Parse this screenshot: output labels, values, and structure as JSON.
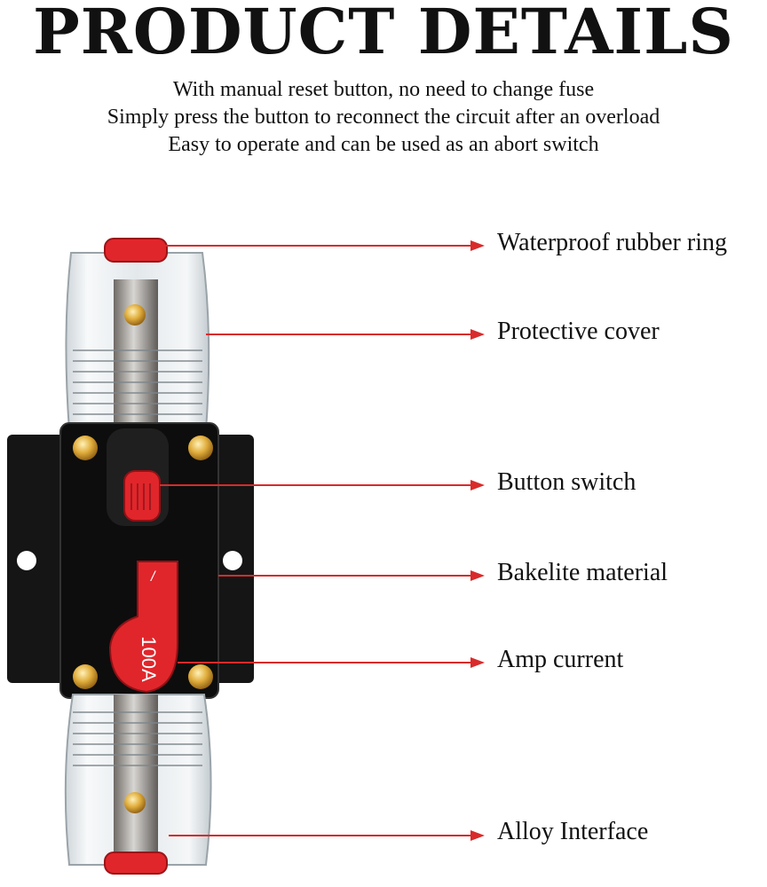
{
  "header": {
    "title": "PRODUCT DETAILS",
    "lines": [
      "With manual reset button, no need to change fuse",
      "Simply press the button to reconnect the circuit after an overload",
      "Easy to operate and can be used as an abort switch"
    ]
  },
  "product": {
    "rating_label": "100A",
    "mark_label": "/"
  },
  "callouts": [
    "Waterproof rubber ring",
    "Protective cover",
    "Button switch",
    "Bakelite material",
    "Amp current",
    "Alloy Interface"
  ],
  "colors": {
    "accent": "#d92b2b",
    "body": "#101010",
    "clear_cover": "#e8ecef",
    "brass": "#d4a23a"
  }
}
